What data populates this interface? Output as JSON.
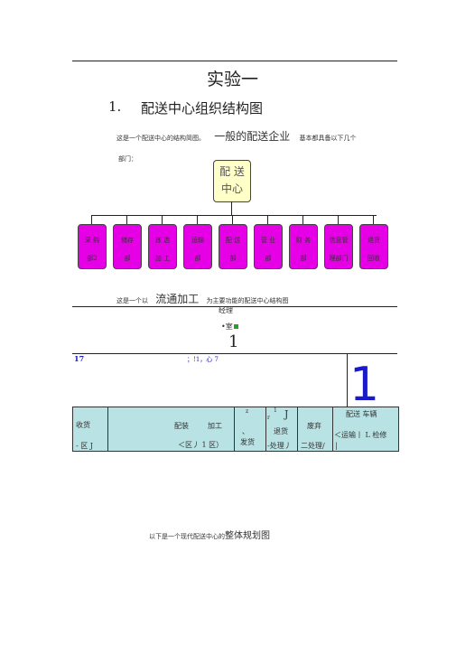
{
  "heading": {
    "title": "实验一"
  },
  "section": {
    "number": "1.",
    "title": "配送中心组织结构图"
  },
  "intro": {
    "before": "这是一个配送中心的结构简图。",
    "big": "一般的配送企业",
    "after": "基本都具备以下几个",
    "line2": "部门："
  },
  "org": {
    "center": [
      "配 送",
      "中心"
    ],
    "depts": [
      [
        "采 购",
        "部2"
      ],
      [
        "储存",
        "部"
      ],
      [
        "拣 选",
        "加 工"
      ],
      [
        "运输",
        "部"
      ],
      [
        "配 送",
        "部"
      ],
      [
        "营 业",
        "部"
      ],
      [
        "财 务",
        "部"
      ],
      [
        "信息管",
        "理部门"
      ],
      [
        "退货",
        "回收"
      ]
    ]
  },
  "caption2": {
    "before": "这是一个以",
    "big": "流通加工",
    "after": "为主要功能的配送中心结构图"
  },
  "diagram2": {
    "manager": "经理",
    "office": "•室",
    "one_mid": "1",
    "garbled_left": "17",
    "garbled_mid": "；!1，心 7",
    "big_one": "1"
  },
  "table": {
    "receiving": [
      "收货",
      "- 区 J"
    ],
    "pack_a": "配装",
    "pack_b": "加工",
    "pack_c": "＜区丿 1 区）",
    "ship_mark": "z",
    "ship_dot": "、",
    "ship": "发货",
    "ret_mark": "1",
    "ret_j": "J",
    "ret_f": "r",
    "ret": [
      "退货",
      "-处理丿"
    ],
    "waste": [
      "废弃",
      "二处理/"
    ],
    "vehicle": [
      "配送 车辆",
      "＜运输丨 L 检修",
      "|"
    ]
  },
  "footer": {
    "before": "以下是一个现代配送中心的",
    "big": "整体规划图"
  }
}
